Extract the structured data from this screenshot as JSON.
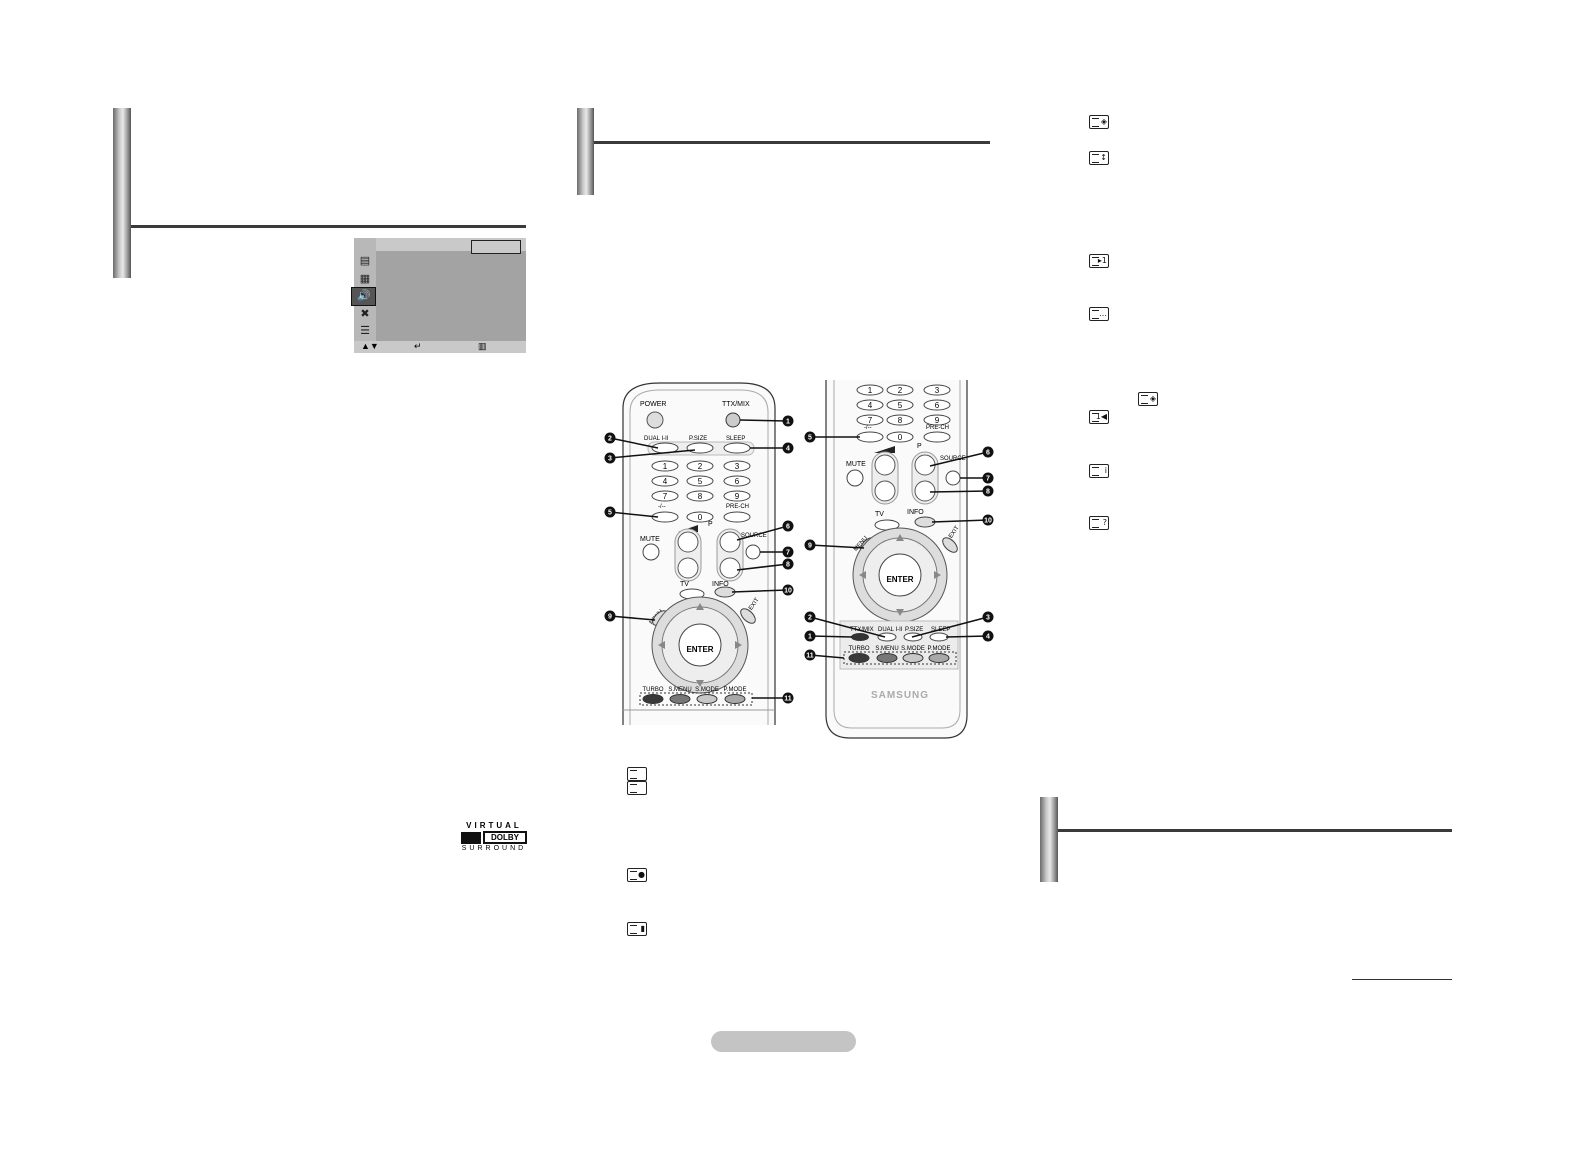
{
  "menu_icons": [
    "input-icon",
    "picture-icon",
    "sound-icon",
    "channel-icon",
    "setup-icon"
  ],
  "menu_footer": {
    "move": "▲▼",
    "enter": "↵",
    "return": "▥"
  },
  "teletext_icons": {
    "right": [
      "◈",
      "↕",
      "▸1",
      "…",
      "◈",
      "1◀",
      "i",
      "?"
    ],
    "middle": [
      "≡",
      "⁄",
      "●",
      "▮"
    ]
  },
  "logo": {
    "line1": "VIRTUAL",
    "brand": "DOLBY",
    "line2": "SURROUND"
  },
  "remote": {
    "power": "POWER",
    "ttx": "TTX/MIX",
    "dual": "DUAL I-II",
    "psize": "P.SIZE",
    "sleep": "SLEEP",
    "keypad": [
      "1",
      "2",
      "3",
      "4",
      "5",
      "6",
      "7",
      "8",
      "9",
      "0"
    ],
    "digit_sep": "-/--",
    "prech": "PRE-CH",
    "mute": "MUTE",
    "p": "P",
    "source": "SOURCE",
    "tv": "TV",
    "info": "INFO",
    "menu": "MENU",
    "exit": "EXIT",
    "enter": "ENTER",
    "brand": "SAMSUNG",
    "color_buttons": [
      "TURBO",
      "S.MENU",
      "S.MODE",
      "P.MODE"
    ],
    "callouts": [
      "1",
      "2",
      "3",
      "4",
      "5",
      "6",
      "7",
      "8",
      "9",
      "10",
      "11"
    ]
  }
}
